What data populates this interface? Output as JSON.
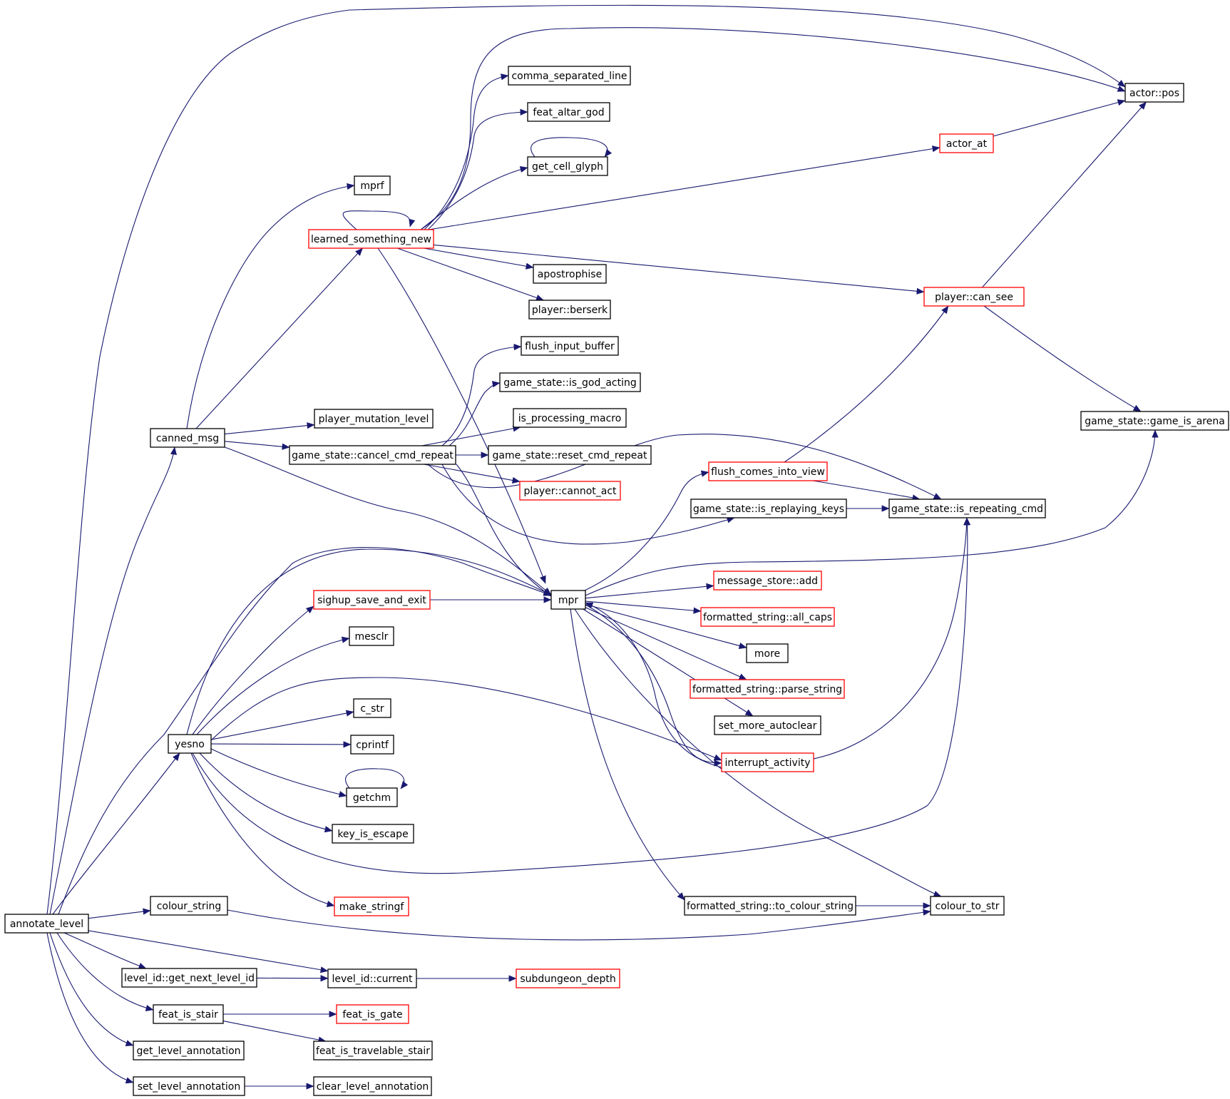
{
  "colors": {
    "edge": "#191970",
    "border_normal": "#000000",
    "border_truncated": "#ff0000",
    "root_fill": "#bfbfbf",
    "node_fill": "#ffffff"
  },
  "nodes": [
    {
      "id": "annotate_level",
      "label": "annotate_level",
      "kind": "root"
    },
    {
      "id": "canned_msg",
      "label": "canned_msg",
      "kind": "normal"
    },
    {
      "id": "yesno",
      "label": "yesno",
      "kind": "normal"
    },
    {
      "id": "colour_string",
      "label": "colour_string",
      "kind": "normal"
    },
    {
      "id": "level_id_get_next_level_id",
      "label": "level_id::get_next_level_id",
      "kind": "normal"
    },
    {
      "id": "feat_is_stair",
      "label": "feat_is_stair",
      "kind": "normal"
    },
    {
      "id": "get_level_annotation",
      "label": "get_level_annotation",
      "kind": "normal"
    },
    {
      "id": "set_level_annotation",
      "label": "set_level_annotation",
      "kind": "normal"
    },
    {
      "id": "mprf",
      "label": "mprf",
      "kind": "normal"
    },
    {
      "id": "learned_something_new",
      "label": "learned_something_new",
      "kind": "truncated"
    },
    {
      "id": "player_mutation_level",
      "label": "player_mutation_level",
      "kind": "normal"
    },
    {
      "id": "game_state_cancel_cmd_repeat",
      "label": "game_state::cancel_cmd_repeat",
      "kind": "normal"
    },
    {
      "id": "sighup_save_and_exit",
      "label": "sighup_save_and_exit",
      "kind": "truncated"
    },
    {
      "id": "mesclr",
      "label": "mesclr",
      "kind": "normal"
    },
    {
      "id": "c_str",
      "label": "c_str",
      "kind": "normal"
    },
    {
      "id": "cprintf",
      "label": "cprintf",
      "kind": "normal"
    },
    {
      "id": "getchm",
      "label": "getchm",
      "kind": "normal"
    },
    {
      "id": "key_is_escape",
      "label": "key_is_escape",
      "kind": "normal"
    },
    {
      "id": "make_stringf",
      "label": "make_stringf",
      "kind": "truncated"
    },
    {
      "id": "level_id_current",
      "label": "level_id::current",
      "kind": "normal"
    },
    {
      "id": "feat_is_gate",
      "label": "feat_is_gate",
      "kind": "truncated"
    },
    {
      "id": "feat_is_travelable_stair",
      "label": "feat_is_travelable_stair",
      "kind": "normal"
    },
    {
      "id": "clear_level_annotation",
      "label": "clear_level_annotation",
      "kind": "normal"
    },
    {
      "id": "comma_separated_line",
      "label": "comma_separated_line",
      "kind": "normal"
    },
    {
      "id": "feat_altar_god",
      "label": "feat_altar_god",
      "kind": "normal"
    },
    {
      "id": "get_cell_glyph",
      "label": "get_cell_glyph",
      "kind": "normal"
    },
    {
      "id": "apostrophise",
      "label": "apostrophise",
      "kind": "normal"
    },
    {
      "id": "player_berserk",
      "label": "player::berserk",
      "kind": "normal"
    },
    {
      "id": "flush_input_buffer",
      "label": "flush_input_buffer",
      "kind": "normal"
    },
    {
      "id": "game_state_is_god_acting",
      "label": "game_state::is_god_acting",
      "kind": "normal"
    },
    {
      "id": "is_processing_macro",
      "label": "is_processing_macro",
      "kind": "normal"
    },
    {
      "id": "game_state_reset_cmd_repeat",
      "label": "game_state::reset_cmd_repeat",
      "kind": "normal"
    },
    {
      "id": "player_cannot_act",
      "label": "player::cannot_act",
      "kind": "truncated"
    },
    {
      "id": "mpr",
      "label": "mpr",
      "kind": "normal"
    },
    {
      "id": "subdungeon_depth",
      "label": "subdungeon_depth",
      "kind": "truncated"
    },
    {
      "id": "flush_comes_into_view",
      "label": "flush_comes_into_view",
      "kind": "truncated"
    },
    {
      "id": "game_state_is_replaying_keys",
      "label": "game_state::is_replaying_keys",
      "kind": "normal"
    },
    {
      "id": "message_store_add",
      "label": "message_store::add",
      "kind": "truncated"
    },
    {
      "id": "formatted_string_all_caps",
      "label": "formatted_string::all_caps",
      "kind": "truncated"
    },
    {
      "id": "more",
      "label": "more",
      "kind": "normal"
    },
    {
      "id": "formatted_string_parse_string",
      "label": "formatted_string::parse_string",
      "kind": "truncated"
    },
    {
      "id": "set_more_autoclear",
      "label": "set_more_autoclear",
      "kind": "normal"
    },
    {
      "id": "interrupt_activity",
      "label": "interrupt_activity",
      "kind": "truncated"
    },
    {
      "id": "formatted_string_to_colour_string",
      "label": "formatted_string::to_colour_string",
      "kind": "normal"
    },
    {
      "id": "actor_pos",
      "label": "actor::pos",
      "kind": "normal"
    },
    {
      "id": "actor_at",
      "label": "actor_at",
      "kind": "truncated"
    },
    {
      "id": "player_can_see",
      "label": "player::can_see",
      "kind": "truncated"
    },
    {
      "id": "game_state_game_is_arena",
      "label": "game_state::game_is_arena",
      "kind": "normal"
    },
    {
      "id": "game_state_is_repeating_cmd",
      "label": "game_state::is_repeating_cmd",
      "kind": "normal"
    },
    {
      "id": "colour_to_str",
      "label": "colour_to_str",
      "kind": "normal"
    }
  ],
  "edges": [
    [
      "annotate_level",
      "canned_msg"
    ],
    [
      "annotate_level",
      "yesno"
    ],
    [
      "annotate_level",
      "colour_string"
    ],
    [
      "annotate_level",
      "level_id_get_next_level_id"
    ],
    [
      "annotate_level",
      "level_id_current"
    ],
    [
      "annotate_level",
      "feat_is_stair"
    ],
    [
      "annotate_level",
      "get_level_annotation"
    ],
    [
      "annotate_level",
      "set_level_annotation"
    ],
    [
      "annotate_level",
      "actor_pos"
    ],
    [
      "annotate_level",
      "mpr"
    ],
    [
      "canned_msg",
      "mprf"
    ],
    [
      "canned_msg",
      "learned_something_new"
    ],
    [
      "canned_msg",
      "player_mutation_level"
    ],
    [
      "canned_msg",
      "game_state_cancel_cmd_repeat"
    ],
    [
      "canned_msg",
      "mpr"
    ],
    [
      "learned_something_new",
      "actor_pos"
    ],
    [
      "learned_something_new",
      "comma_separated_line"
    ],
    [
      "learned_something_new",
      "feat_altar_god"
    ],
    [
      "learned_something_new",
      "get_cell_glyph"
    ],
    [
      "learned_something_new",
      "learned_something_new"
    ],
    [
      "learned_something_new",
      "actor_at"
    ],
    [
      "learned_something_new",
      "apostrophise"
    ],
    [
      "learned_something_new",
      "player_berserk"
    ],
    [
      "learned_something_new",
      "player_can_see"
    ],
    [
      "learned_something_new",
      "mpr"
    ],
    [
      "get_cell_glyph",
      "get_cell_glyph"
    ],
    [
      "actor_at",
      "actor_pos"
    ],
    [
      "player_can_see",
      "actor_pos"
    ],
    [
      "player_can_see",
      "game_state_game_is_arena"
    ],
    [
      "game_state_cancel_cmd_repeat",
      "flush_input_buffer"
    ],
    [
      "game_state_cancel_cmd_repeat",
      "game_state_is_god_acting"
    ],
    [
      "game_state_cancel_cmd_repeat",
      "is_processing_macro"
    ],
    [
      "game_state_cancel_cmd_repeat",
      "game_state_reset_cmd_repeat"
    ],
    [
      "game_state_cancel_cmd_repeat",
      "player_cannot_act"
    ],
    [
      "game_state_cancel_cmd_repeat",
      "game_state_is_repeating_cmd"
    ],
    [
      "game_state_cancel_cmd_repeat",
      "game_state_is_replaying_keys"
    ],
    [
      "game_state_cancel_cmd_repeat",
      "mpr"
    ],
    [
      "yesno",
      "mpr"
    ],
    [
      "yesno",
      "sighup_save_and_exit"
    ],
    [
      "yesno",
      "mesclr"
    ],
    [
      "yesno",
      "interrupt_activity"
    ],
    [
      "yesno",
      "c_str"
    ],
    [
      "yesno",
      "cprintf"
    ],
    [
      "yesno",
      "getchm"
    ],
    [
      "yesno",
      "key_is_escape"
    ],
    [
      "yesno",
      "game_state_is_repeating_cmd"
    ],
    [
      "yesno",
      "make_stringf"
    ],
    [
      "getchm",
      "getchm"
    ],
    [
      "sighup_save_and_exit",
      "mpr"
    ],
    [
      "mpr",
      "flush_comes_into_view"
    ],
    [
      "mpr",
      "game_state_game_is_arena"
    ],
    [
      "mpr",
      "message_store_add"
    ],
    [
      "mpr",
      "formatted_string_all_caps"
    ],
    [
      "mpr",
      "more"
    ],
    [
      "mpr",
      "formatted_string_parse_string"
    ],
    [
      "mpr",
      "set_more_autoclear"
    ],
    [
      "mpr",
      "interrupt_activity"
    ],
    [
      "mpr",
      "formatted_string_to_colour_string"
    ],
    [
      "mpr",
      "colour_to_str"
    ],
    [
      "interrupt_activity",
      "mpr"
    ],
    [
      "interrupt_activity",
      "game_state_is_repeating_cmd"
    ],
    [
      "flush_comes_into_view",
      "player_can_see"
    ],
    [
      "flush_comes_into_view",
      "game_state_is_repeating_cmd"
    ],
    [
      "game_state_is_replaying_keys",
      "game_state_is_repeating_cmd"
    ],
    [
      "formatted_string_to_colour_string",
      "colour_to_str"
    ],
    [
      "colour_string",
      "colour_to_str"
    ],
    [
      "level_id_get_next_level_id",
      "level_id_current"
    ],
    [
      "level_id_current",
      "subdungeon_depth"
    ],
    [
      "feat_is_stair",
      "feat_is_gate"
    ],
    [
      "feat_is_stair",
      "feat_is_travelable_stair"
    ],
    [
      "set_level_annotation",
      "clear_level_annotation"
    ]
  ]
}
